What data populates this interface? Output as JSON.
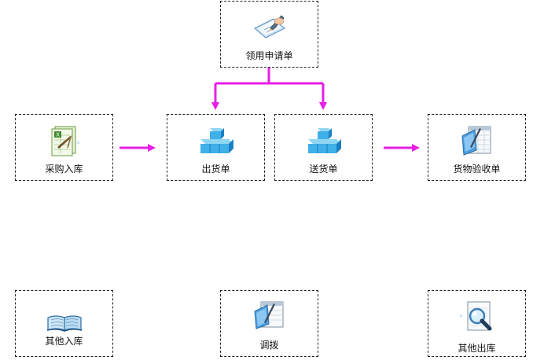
{
  "colors": {
    "arrow": "#e61ee6",
    "border": "#222222",
    "cube_light": "#8fd6f5",
    "cube_mid": "#3fb0e8",
    "cube_dark": "#1a7fc2"
  },
  "nodes": {
    "requisition": {
      "label": "领用申请单",
      "icon": "pen-paper-icon"
    },
    "purchase_in": {
      "label": "采购入库",
      "icon": "spreadsheet-icon"
    },
    "delivery": {
      "label": "出货单",
      "icon": "stacked-cubes-icon"
    },
    "shipping": {
      "label": "送货单",
      "icon": "stacked-cubes-icon"
    },
    "inspection": {
      "label": "货物验收单",
      "icon": "checklist-icon"
    },
    "other_in": {
      "label": "其他入库",
      "icon": "open-book-icon"
    },
    "transfer": {
      "label": "调拨",
      "icon": "document-edit-icon"
    },
    "other_out": {
      "label": "其他出库",
      "icon": "magnifier-icon"
    }
  }
}
